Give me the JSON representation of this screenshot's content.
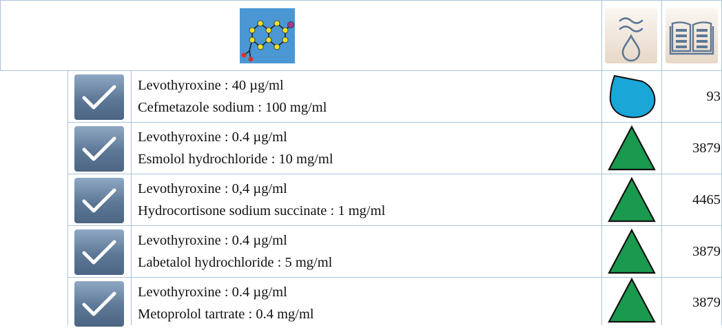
{
  "header": {
    "molecule_icon": "molecule-structure-icon",
    "solubility_icon": "wave-drop-icon",
    "reference_icon": "open-book-icon"
  },
  "rows": [
    {
      "drug1": "Levothyroxine : 40 µg/ml",
      "drug2": "Cefmetazole sodium : 100 mg/ml",
      "symbol": "drop-icon",
      "reference": "93"
    },
    {
      "drug1": "Levothyroxine : 0.4 µg/ml",
      "drug2": "Esmolol hydrochloride : 10 mg/ml",
      "symbol": "triangle-icon",
      "reference": "3879"
    },
    {
      "drug1": "Levothyroxine : 0,4 µg/ml",
      "drug2": "Hydrocortisone sodium succinate : 1 mg/ml",
      "symbol": "triangle-icon",
      "reference": "4465"
    },
    {
      "drug1": "Levothyroxine : 0.4 µg/ml",
      "drug2": "Labetalol hydrochloride : 5 mg/ml",
      "symbol": "triangle-icon",
      "reference": "3879"
    },
    {
      "drug1": "Levothyroxine : 0.4 µg/ml",
      "drug2": "Metoprolol tartrate : 0.4 mg/ml",
      "symbol": "triangle-icon",
      "reference": "3879"
    }
  ],
  "colors": {
    "grid": "#a9c3dc",
    "molecule_bg": "#4a97d4",
    "drop": "#1aa6d6",
    "triangle": "#1a9a4e",
    "checkbox": "#5d7896"
  }
}
